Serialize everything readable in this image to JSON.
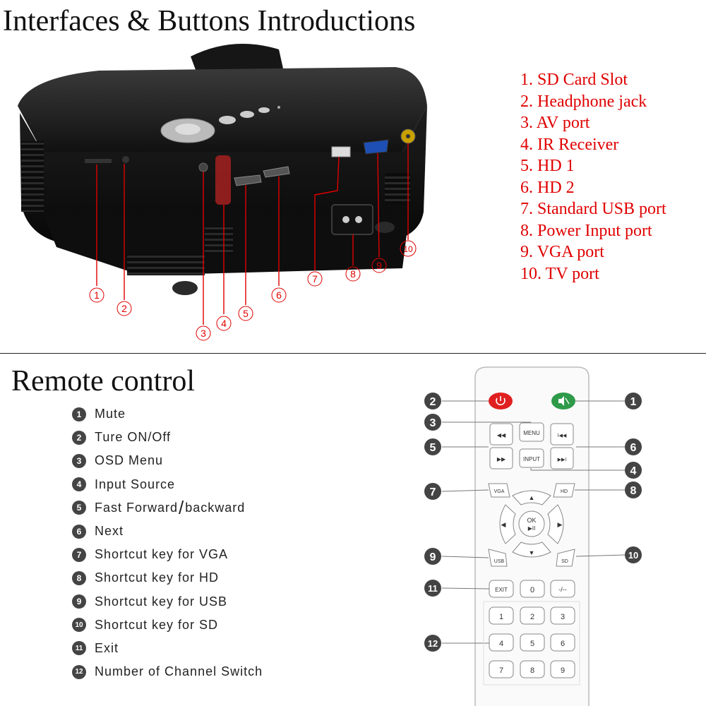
{
  "header": {
    "title": "Interfaces & Buttons Introductions",
    "remote_title": "Remote control"
  },
  "ports": [
    "1. SD Card Slot",
    "2. Headphone jack",
    "3. AV port",
    "4. IR Receiver",
    "5. HD 1",
    "6. HD 2",
    "7. Standard USB port",
    "8. Power Input port",
    "9. VGA port",
    "10. TV port"
  ],
  "callouts": [
    "1",
    "2",
    "3",
    "4",
    "5",
    "6",
    "7",
    "8",
    "9",
    "10"
  ],
  "functions": {
    "n1": "1",
    "f1": "Mute",
    "n2": "2",
    "f2": "Ture ON/Off",
    "n3": "3",
    "f3": "OSD Menu",
    "n4": "4",
    "f4": "Input Source",
    "n5": "5",
    "f5a": "Fast Forward",
    "f5s": "/",
    "f5b": "backward",
    "n6": "6",
    "f6": "Next",
    "n7": "7",
    "f7": "Shortcut key for VGA",
    "n8": "8",
    "f8": "Shortcut key for HD",
    "n9": "9",
    "f9": "Shortcut key for USB",
    "n10": "10",
    "f10": "Shortcut key for SD",
    "n11": "11",
    "f11": "Exit",
    "n12": "12",
    "f12": "Number of Channel Switch"
  },
  "remote": {
    "menu": "MENU",
    "input": "INPUT",
    "vga": "VGA",
    "hd": "HD",
    "ok": "OK",
    "play_pause": "▶II",
    "usb": "USB",
    "sd": "SD",
    "exit": "EXIT",
    "zero": "0",
    "dash": "-/--",
    "k1": "1",
    "k2": "2",
    "k3": "3",
    "k4": "4",
    "k5": "5",
    "k6": "6",
    "k7": "7",
    "k8": "8",
    "k9": "9",
    "rewind": "◀◀",
    "forward": "▶▶",
    "prev": "I◀◀",
    "next": "▶▶I",
    "up": "▲",
    "down": "▼",
    "left": "◀",
    "right": "▶",
    "labels": [
      "1",
      "2",
      "3",
      "4",
      "5",
      "6",
      "7",
      "8",
      "9",
      "10",
      "11",
      "12"
    ]
  },
  "colors": {
    "callout_red": "#e00000",
    "power_button": "#e02020",
    "mute_button": "#2f9a4a",
    "projector_body": "#151515"
  },
  "icons": {
    "power": "power-icon",
    "mute": "mute-icon"
  }
}
